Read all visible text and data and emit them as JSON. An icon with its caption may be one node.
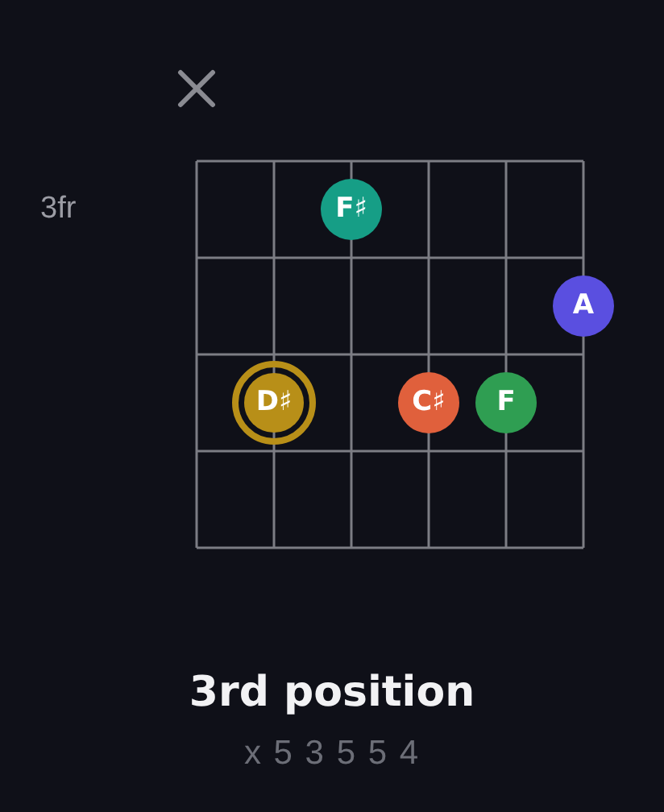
{
  "diagram": {
    "title": "3rd position",
    "caption": "x 5 3 5 5 4",
    "nodes": [
      {
        "text": [
          "F♯"
        ]
      },
      {
        "text": [
          "A"
        ]
      },
      {
        "text": [
          "D♯"
        ]
      },
      {
        "text": [
          "C♯"
        ]
      },
      {
        "text": [
          "F"
        ]
      }
    ],
    "edges": [],
    "labels": [
      "3fr"
    ]
  }
}
